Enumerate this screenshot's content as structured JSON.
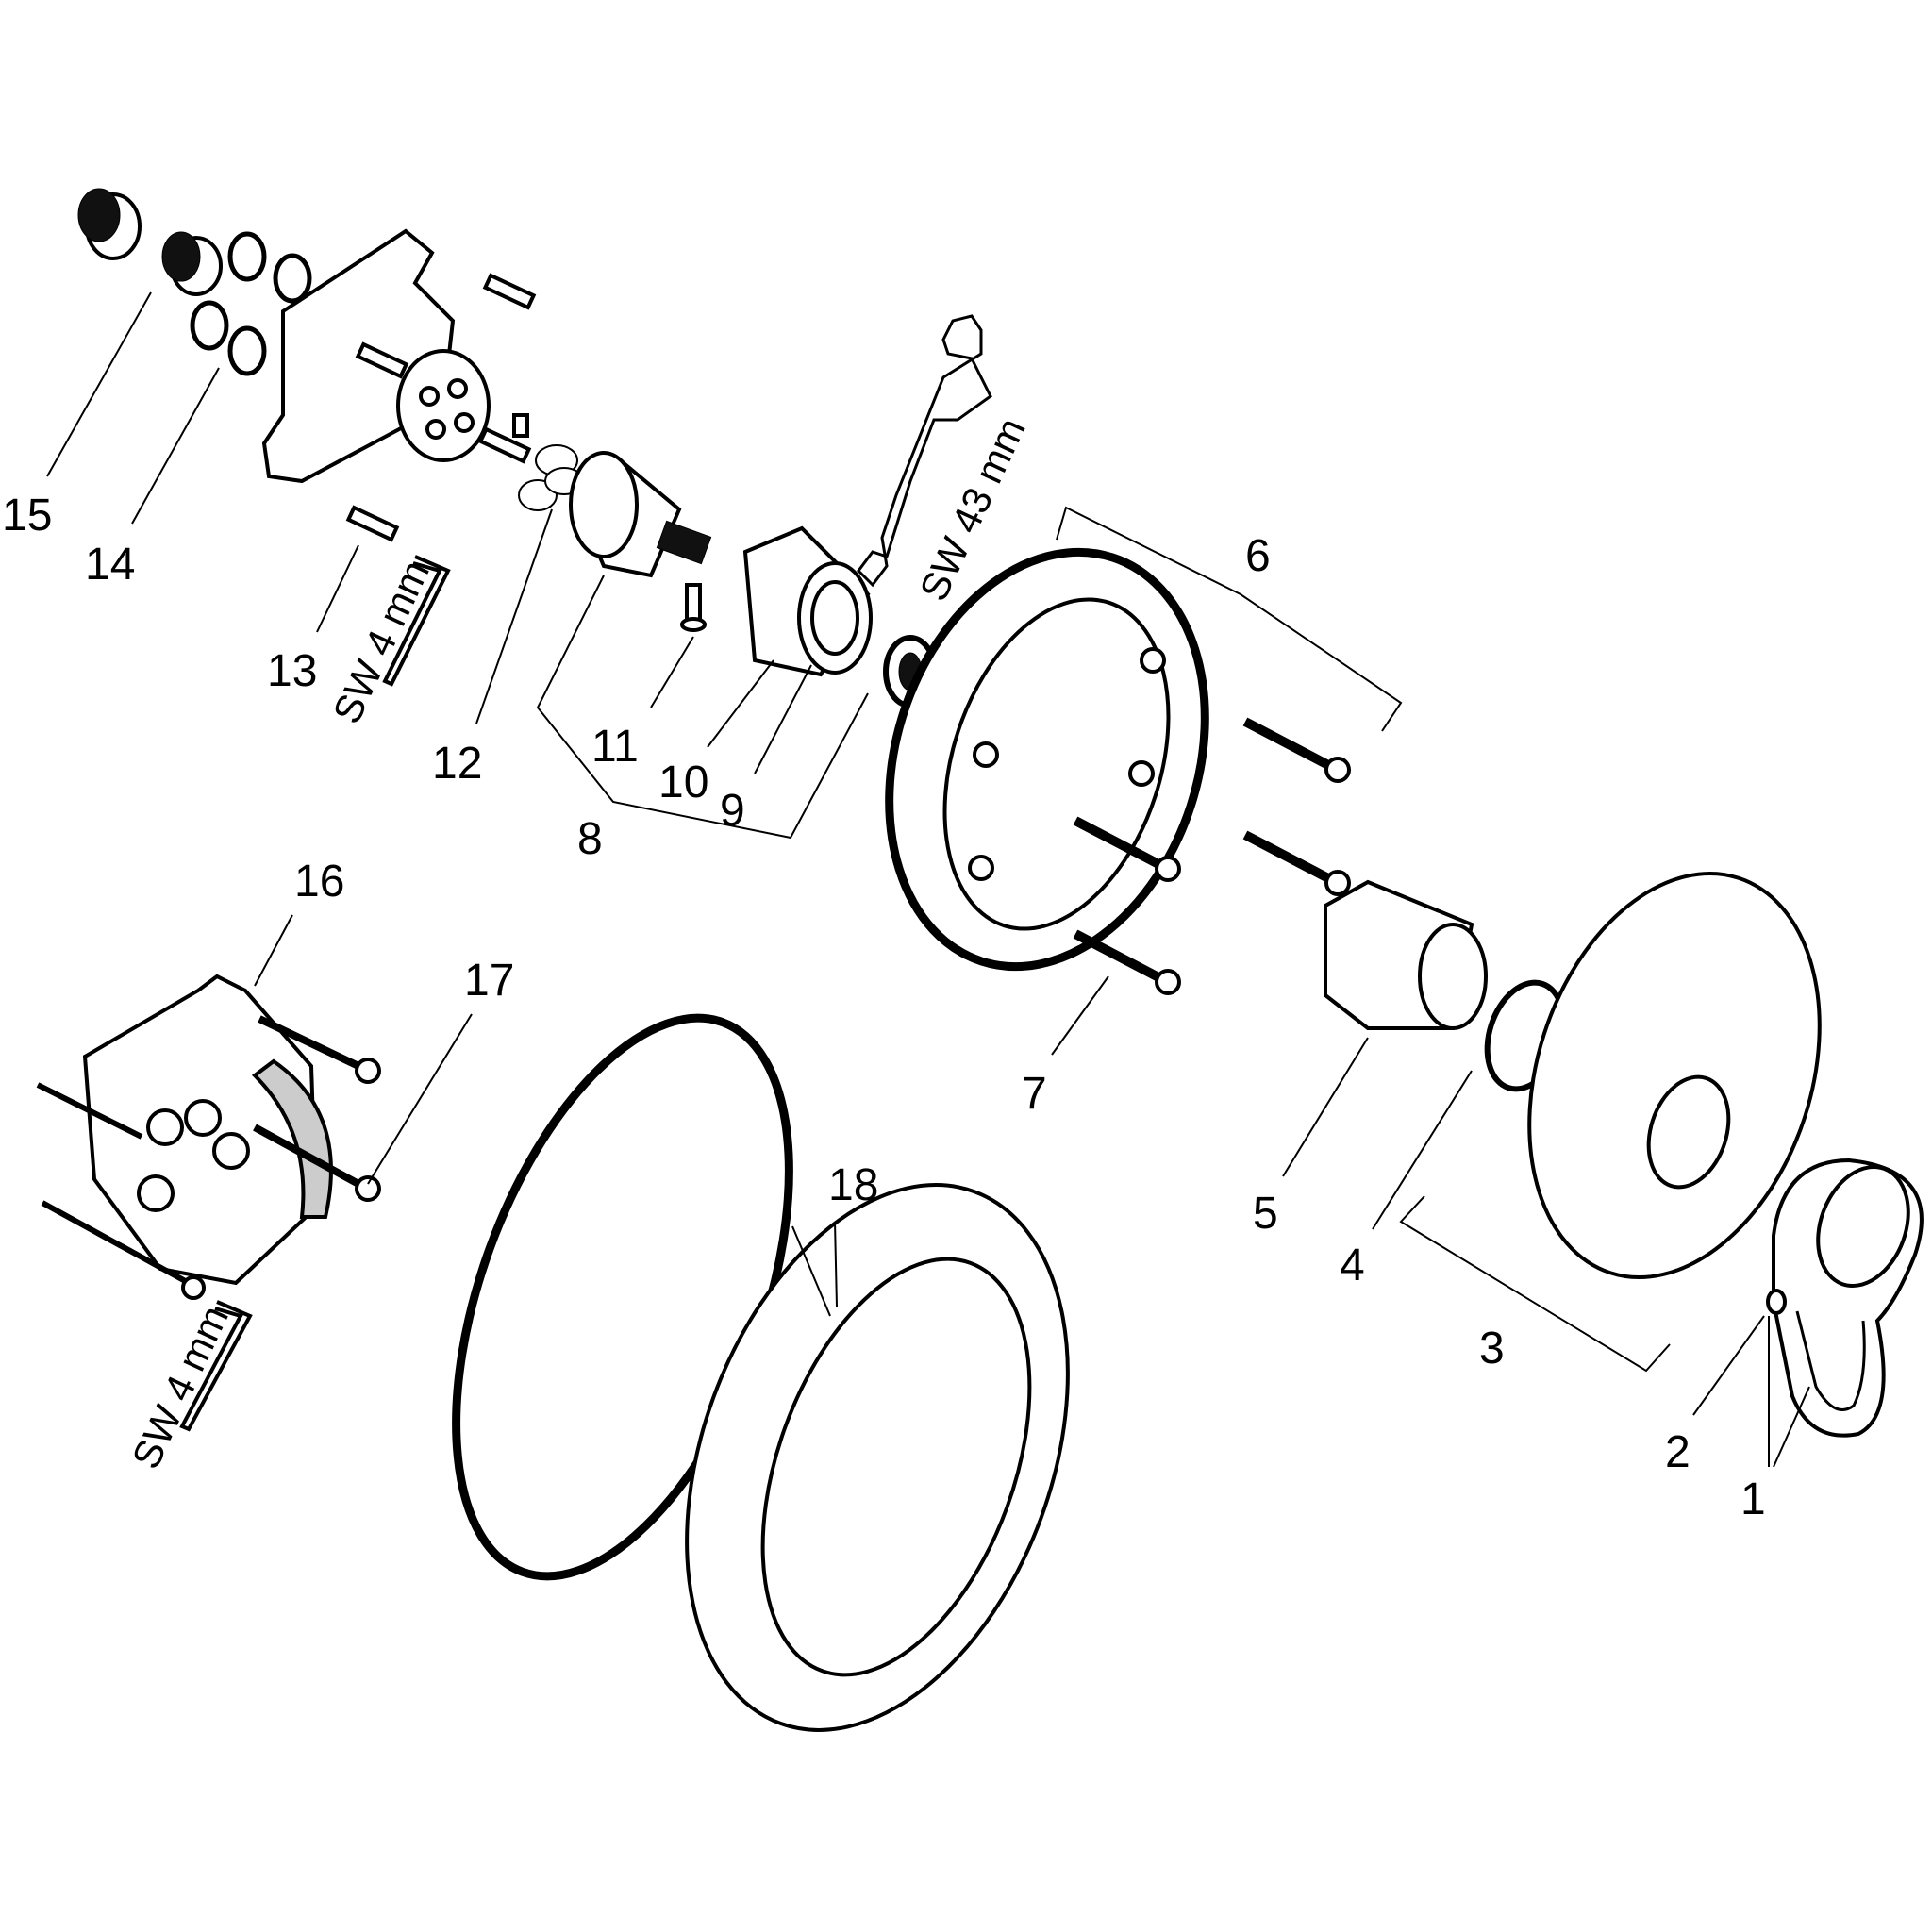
{
  "diagram": {
    "type": "exploded parts diagram",
    "part_numbers": [
      "1",
      "2",
      "3",
      "4",
      "5",
      "6",
      "7",
      "8",
      "9",
      "10",
      "11",
      "12",
      "13",
      "14",
      "15",
      "16",
      "17",
      "18"
    ],
    "tool_labels": {
      "hex_key_upper": "SW 4 mm",
      "wrench": "SW 43 mm",
      "hex_key_lower": "SW 4 mm"
    },
    "colors": {
      "line": "#000000",
      "background": "#ffffff"
    }
  }
}
